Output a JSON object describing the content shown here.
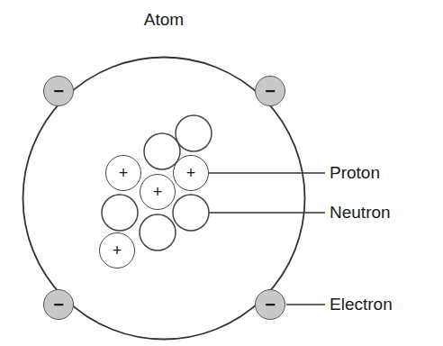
{
  "diagram": {
    "nodes": [
      {
        "text": [
          "Atom"
        ]
      },
      {
        "text": [
          "−"
        ],
        "in": 0
      },
      {
        "text": [
          "−"
        ],
        "in": 0
      },
      {
        "text": [
          "+"
        ],
        "in": 0
      },
      {
        "text": [
          "+"
        ],
        "in": 0
      },
      {
        "text": [
          "+"
        ],
        "in": 0
      },
      {
        "text": [
          "+"
        ],
        "in": 0
      },
      {
        "text": [
          "−"
        ],
        "in": 0
      },
      {
        "text": [
          "−"
        ],
        "in": 0
      }
    ],
    "labels": [
      "Proton",
      "Neutron",
      "Electron"
    ]
  }
}
